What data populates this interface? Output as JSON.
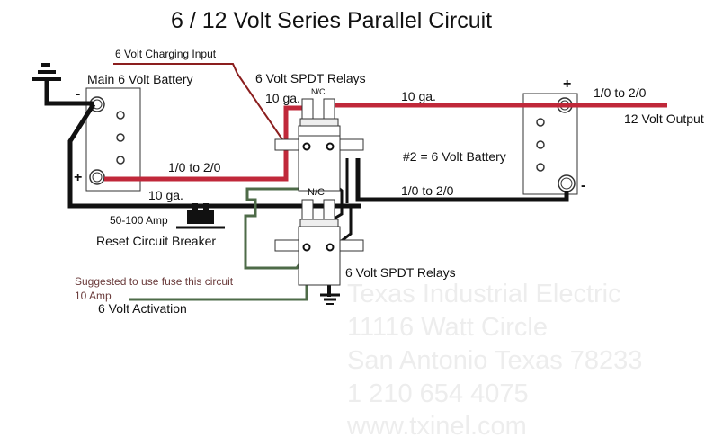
{
  "title": "6 / 12 Volt Series Parallel Circuit",
  "labels": {
    "charging_input": "6 Volt Charging Input",
    "main_battery": "Main 6 Volt Battery",
    "relays_top": "6 Volt SPDT Relays",
    "relays_bottom": "6 Volt SPDT Relays",
    "nc_top": "N/C",
    "nc_bottom": "N/C",
    "gauge_top_left": "10 ga.",
    "gauge_top_mid": "10 ga.",
    "gauge_bottom": "10 ga.",
    "cable_main_pos": "1/0 to 2/0",
    "cable_output": "1/0 to 2/0",
    "cable_neg_return": "1/0 to 2/0",
    "output": "12 Volt Output",
    "battery2": "#2 =  6 Volt Battery",
    "breaker_rating": "50-100 Amp",
    "breaker_name": "Reset Circuit Breaker",
    "fuse_note_line1": "Suggested to use fuse this circuit",
    "fuse_note_line2": "10 Amp",
    "activation": "6 Volt Activation",
    "plus": "+",
    "minus": "-"
  },
  "watermark": [
    "Texas Industrial Electric",
    "11116 Watt Circle",
    "San Antonio Texas 78233",
    "1 210 654 4075",
    "www.txinel.com"
  ],
  "colors": {
    "positive_wire": "#c0283a",
    "charging_wire": "#8b1e1e",
    "negative_wire": "#111111",
    "activation_wire": "#4e6b48",
    "watermark": "#ededed"
  }
}
